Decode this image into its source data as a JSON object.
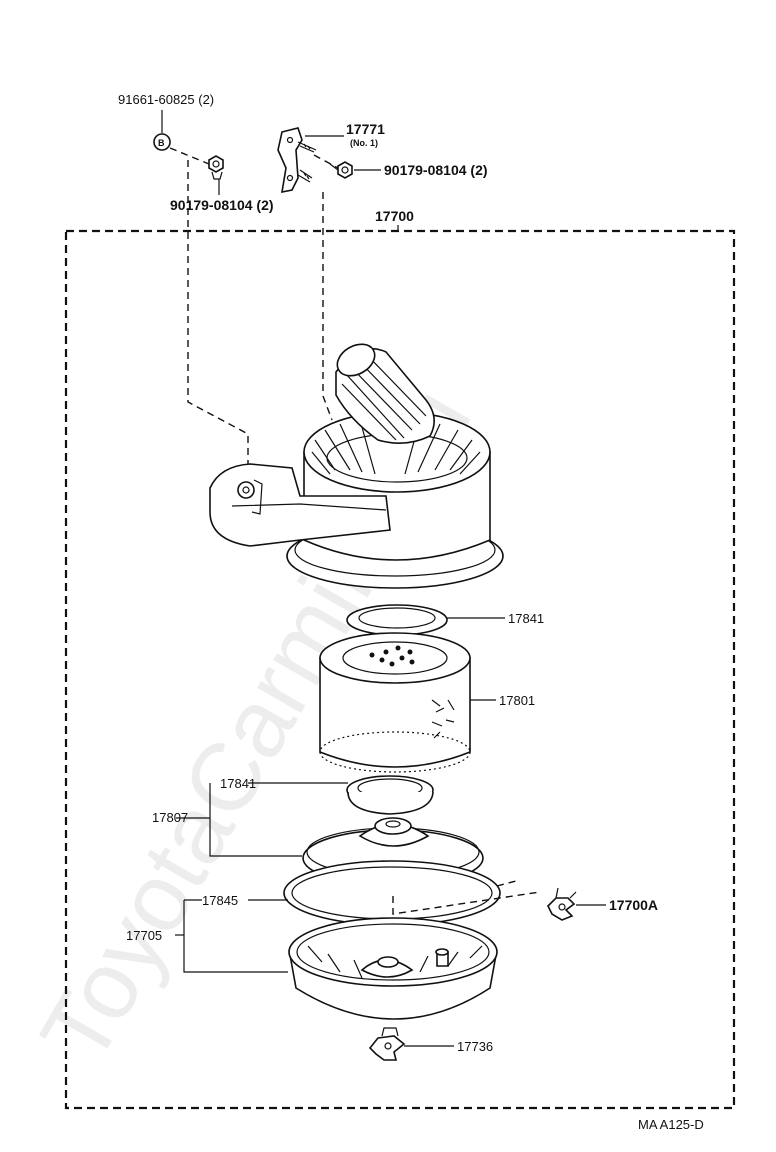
{
  "watermark": "ToyotaCarmine.ru",
  "diagram_code": "MA A125-D",
  "parts": {
    "bolt_91661": "91661-60825 (2)",
    "nut_left": "90179-08104 (2)",
    "bracket_no": "17771",
    "bracket_sub": "(No. 1)",
    "nut_right": "90179-08104 (2)",
    "assembly": "17700",
    "gasket_top": "17841",
    "element": "17801",
    "gasket_mid": "17841",
    "cap_sub_group": "17807",
    "gasket_low": "17845",
    "case_sub_group": "17705",
    "clamp_side": "17700A",
    "clamp_bottom": "17736"
  }
}
